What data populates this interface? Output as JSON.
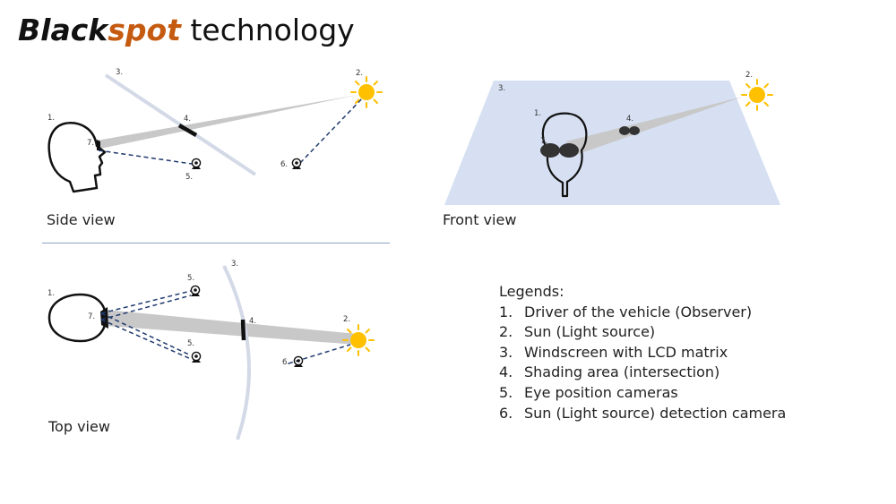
{
  "title": {
    "part1": "Black",
    "part2": "spot",
    "part3": " technology"
  },
  "views": {
    "side": "Side view",
    "front": "Front view",
    "top": "Top view"
  },
  "markers": {
    "m1": "1.",
    "m2": "2.",
    "m3": "3.",
    "m4": "4.",
    "m5": "5.",
    "m6": "6.",
    "m7": "7."
  },
  "legend": {
    "title": "Legends:",
    "items": [
      {
        "num": "1.",
        "text": "Driver of the vehicle (Observer)"
      },
      {
        "num": "2.",
        "text": "Sun (Light source)"
      },
      {
        "num": "3.",
        "text": "Windscreen with LCD matrix"
      },
      {
        "num": "4.",
        "text": "Shading area (intersection)"
      },
      {
        "num": "5.",
        "text": "Eye position cameras"
      },
      {
        "num": "6.",
        "text": "Sun (Light source) detection camera"
      }
    ]
  },
  "colors": {
    "accent": "#c55a11",
    "sun": "#ffc000",
    "beam": "#c8c8c8",
    "windscreen_line": "#d3d9e6",
    "windscreen_plane": "#d6e0f2",
    "camera_line": "#1f3a6e",
    "divider": "#8ea3c8"
  },
  "icons": [
    "head-outline-icon",
    "sun-icon",
    "camera-icon",
    "head-front-icon"
  ]
}
